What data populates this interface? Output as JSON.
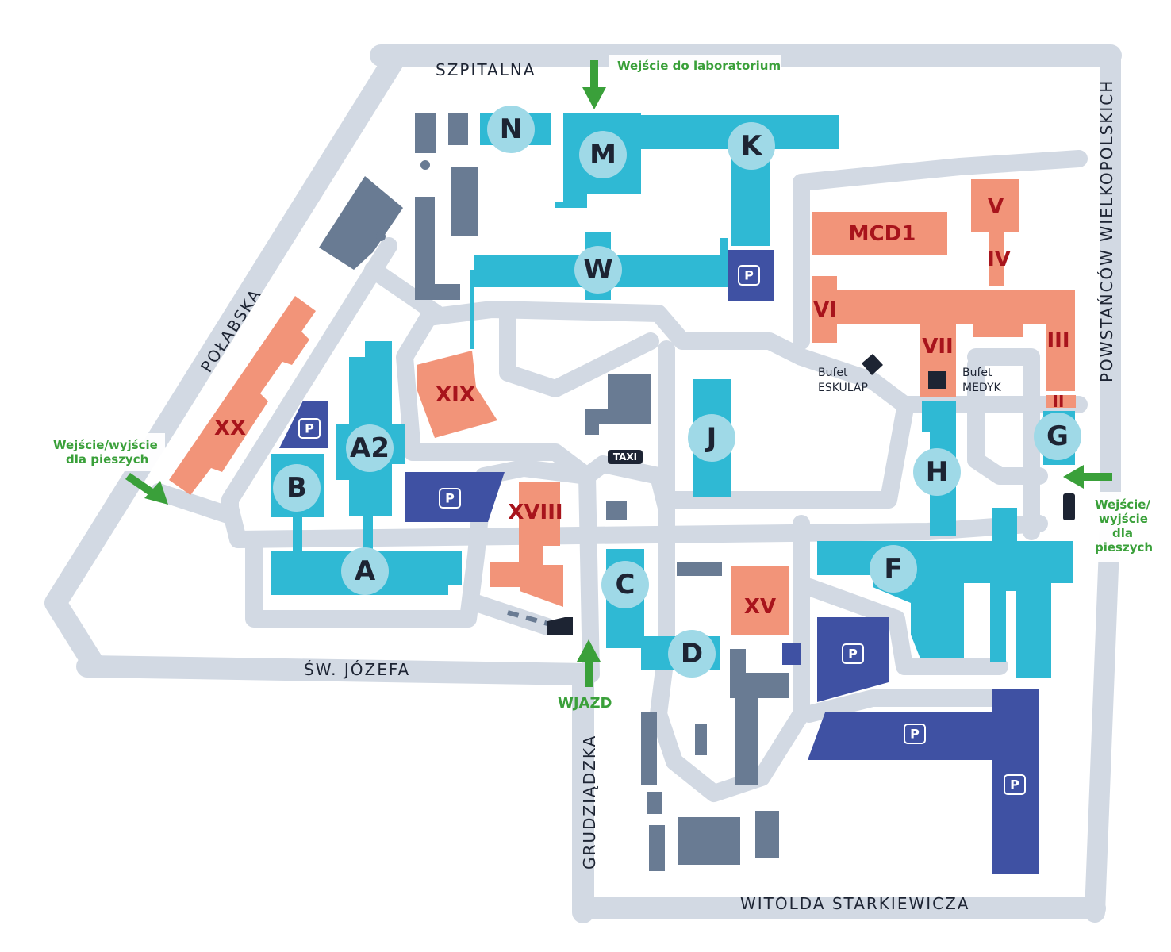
{
  "colors": {
    "road": "#d2d9e3",
    "hospital": "#2fb9d4",
    "clinic": "#f29479",
    "parking": "#3f51a3",
    "other": "#697b93",
    "marker": "#9fd9e7",
    "arrow": "#3aa03a",
    "dark": "#1d2433"
  },
  "streets": {
    "szpitalna": "SZPITALNA",
    "polabska": "POŁABSKA",
    "sw_jozefa": "ŚW. JÓZEFA",
    "grudziadzka": "GRUDZIĄDZKA",
    "witolda": "WITOLDA STARKIEWICZA",
    "powstancow": "POWSTAŃCÓW WIELKOPOLSKICH"
  },
  "entrances": {
    "lab": "Wejście do laboratorium",
    "pedestrian_left_1": "Wejście/wyjście",
    "pedestrian_left_2": "dla pieszych",
    "pedestrian_right_1": "Wejście/",
    "pedestrian_right_2": "wyjście",
    "pedestrian_right_3": "dla",
    "pedestrian_right_4": "pieszych",
    "wjazd": "WJAZD"
  },
  "buildings": {
    "n": "N",
    "m": "M",
    "k": "K",
    "w": "W",
    "a2": "A2",
    "b": "B",
    "a": "A",
    "c": "C",
    "d": "D",
    "j": "J",
    "h": "H",
    "f": "F",
    "g": "G",
    "xx": "XX",
    "xix": "XIX",
    "xviii": "XVIII",
    "xv": "XV",
    "mcd1": "MCD1",
    "v": "V",
    "iv": "IV",
    "vi": "VI",
    "vii": "VII",
    "iii": "III",
    "ii": "II"
  },
  "parking": {
    "label": "P"
  },
  "taxi": "TAXI",
  "bufet": {
    "eskulap_1": "Bufet",
    "eskulap_2": "ESKULAP",
    "medyk_1": "Bufet",
    "medyk_2": "MEDYK"
  }
}
